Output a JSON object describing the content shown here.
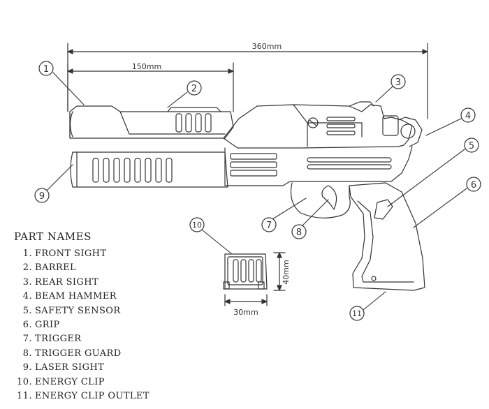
{
  "dimensions": {
    "overall_length": "360mm",
    "barrel_length": "150mm",
    "clip_height": "40mm",
    "clip_width": "30mm"
  },
  "callouts": [
    "1",
    "2",
    "3",
    "4",
    "5",
    "6",
    "7",
    "8",
    "9",
    "10",
    "11"
  ],
  "parts": {
    "title": "PART NAMES",
    "items": [
      {
        "num": "1.",
        "name": "FRONT SIGHT"
      },
      {
        "num": "2.",
        "name": "BARREL"
      },
      {
        "num": "3.",
        "name": "REAR SIGHT"
      },
      {
        "num": "4.",
        "name": "BEAM HAMMER"
      },
      {
        "num": "5.",
        "name": "SAFETY SENSOR"
      },
      {
        "num": "6.",
        "name": "GRIP"
      },
      {
        "num": "7.",
        "name": "TRIGGER"
      },
      {
        "num": "8.",
        "name": "TRIGGER GUARD"
      },
      {
        "num": "9.",
        "name": "LASER SIGHT"
      },
      {
        "num": "10.",
        "name": "ENERGY CLIP"
      },
      {
        "num": "11.",
        "name": "ENERGY CLIP OUTLET"
      }
    ]
  }
}
